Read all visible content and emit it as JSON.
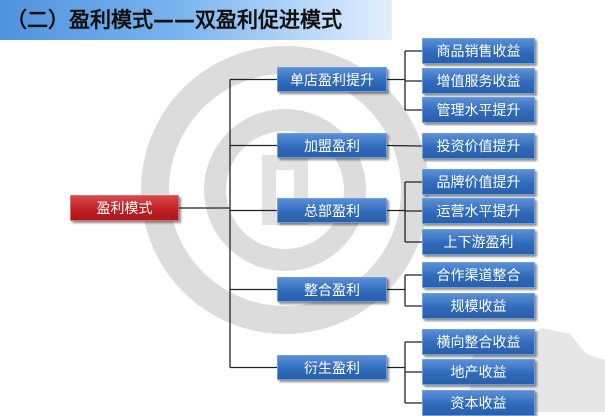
{
  "title": "（二）盈利模式——双盈利促进模式",
  "diagram": {
    "root": "盈利模式",
    "branches": [
      {
        "label": "单店盈利提升",
        "children": [
          "商品销售收益",
          "增值服务收益",
          "管理水平提升"
        ]
      },
      {
        "label": "加盟盈利",
        "children": [
          "投资价值提升"
        ]
      },
      {
        "label": "总部盈利",
        "children": [
          "品牌价值提升",
          "运营水平提升",
          "上下游盈利"
        ]
      },
      {
        "label": "整合盈利",
        "children": [
          "合作渠道整合",
          "规模收益"
        ]
      },
      {
        "label": "衍生盈利",
        "children": [
          "横向整合收益",
          "地产收益",
          "资本收益"
        ]
      }
    ]
  },
  "colors": {
    "root_fill": "#c01f24",
    "node_fill": "#2f6bbd",
    "connector": "#222222",
    "watermark": "#d8d8d8"
  }
}
